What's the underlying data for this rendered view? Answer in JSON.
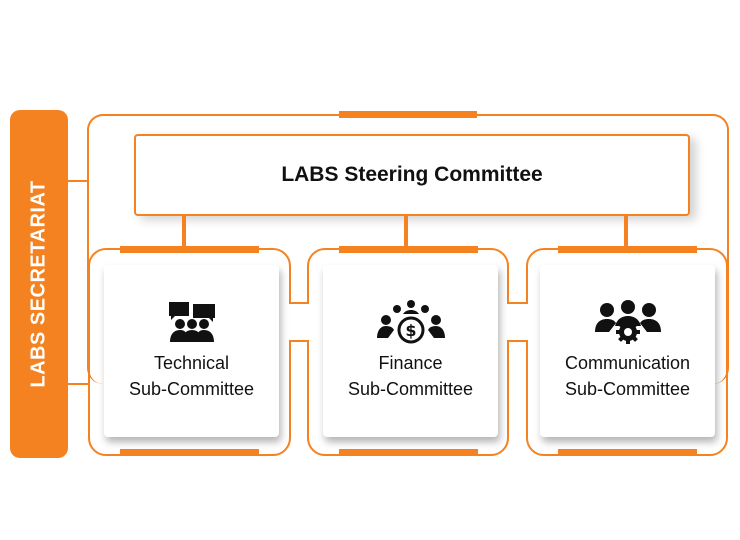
{
  "diagram": {
    "accent_color": "#F58220",
    "secretariat": {
      "label": "LABS SECRETARIAT"
    },
    "steering_committee": {
      "title": "LABS Steering Committee"
    },
    "sub_committees": [
      {
        "line1": "Technical",
        "line2": "Sub-Committee",
        "icon": "discussion-group-icon"
      },
      {
        "line1": "Finance",
        "line2": "Sub-Committee",
        "icon": "group-dollar-icon"
      },
      {
        "line1": "Communication",
        "line2": "Sub-Committee",
        "icon": "group-gear-icon"
      }
    ]
  }
}
